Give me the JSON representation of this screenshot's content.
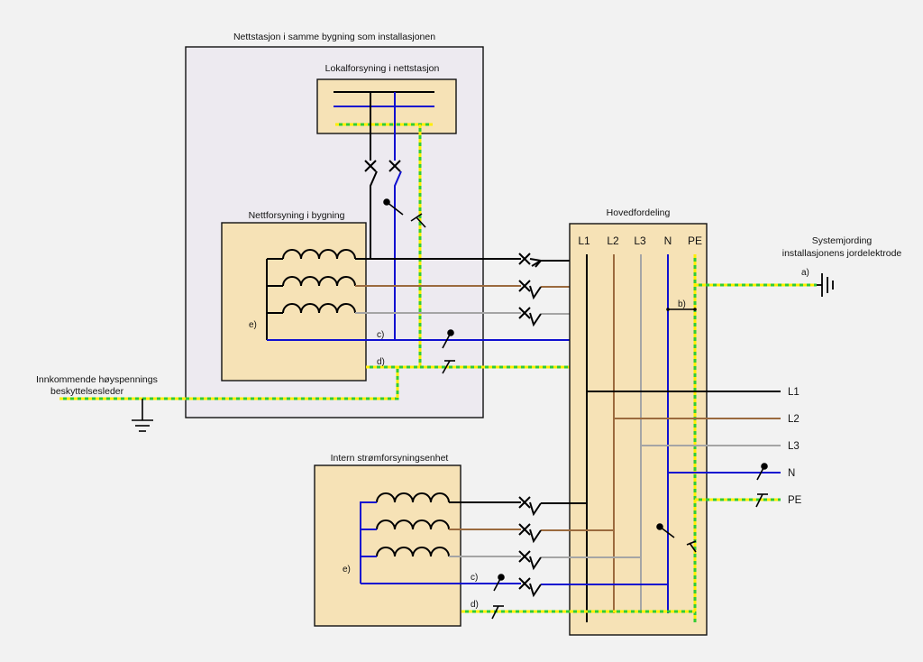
{
  "labels": {
    "substation_title": "Nettstasjon i samme bygning som installasjonen",
    "local_supply": "Lokalforsyning i nettstasjon",
    "grid_supply": "Nettforsyning i bygning",
    "main_distribution": "Hovedfordeling",
    "system_earthing_1": "Systemjording",
    "system_earthing_2": "installasjonens jordelektrode",
    "incoming_hv_1": "Innkommende høyspennings",
    "incoming_hv_2": "beskyttelsesleder",
    "internal_supply": "Intern strømforsyningsenhet",
    "note_a": "a)",
    "note_b": "b)",
    "note_c": "c)",
    "note_d": "d)",
    "note_e": "e)"
  },
  "busbars": [
    "L1",
    "L2",
    "L3",
    "N",
    "PE"
  ],
  "outputs": [
    "L1",
    "L2",
    "L3",
    "N",
    "PE"
  ],
  "colors": {
    "background": "#f2f2f2",
    "box_fill": "#f6e2b6",
    "substation_fill": "#edeaf0",
    "L1": "#000000",
    "L2": "#9b6a3e",
    "L3": "#a5a5a5",
    "N": "#1010d0",
    "PE_green": "#33cc33",
    "PE_yellow": "#ffee00"
  }
}
